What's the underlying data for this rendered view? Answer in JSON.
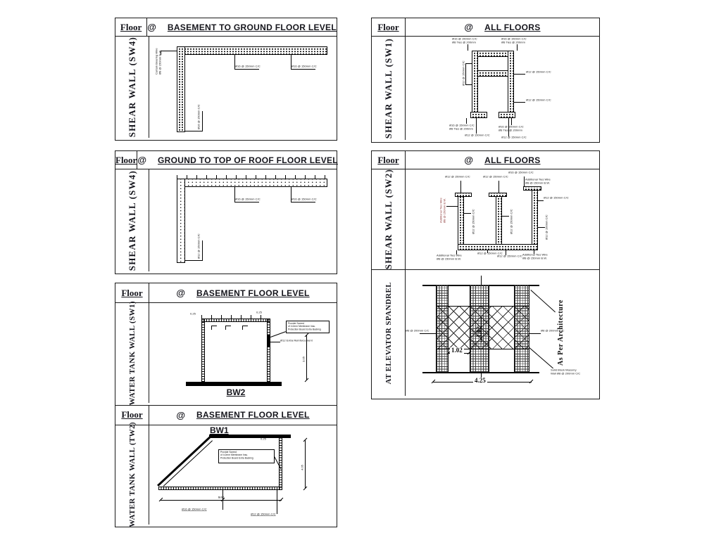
{
  "panels": {
    "L1": {
      "floor": "Floor",
      "at": "@",
      "title": "BASEMENT TO GROUND FLOOR LEVEL",
      "side": "SHEAR WALL (SW4)",
      "corner_note": "Curtain Bearing Wire\nØ8 @ 150mm B.W.",
      "c1": "Ø16 @ 150mm C/C",
      "c2": "Ø16 @ 150mm C/C",
      "c3": "Ø16 @ 150mm C/C"
    },
    "L2": {
      "floor": "Floor",
      "at": "@",
      "title": "GROUND TO TOP OF ROOF FLOOR LEVEL",
      "side": "SHEAR WALL (SW4)",
      "c1": "Ø16 @ 150mm C/C",
      "c2": "Ø16 @ 150mm C/C",
      "c3": "Ø12 @ 150mm C/C"
    },
    "L3": {
      "floor": "Floor",
      "at": "@",
      "title": "BASEMENT FLOOR LEVEL",
      "side": "WATER TANK WALL (SW1)",
      "label": "BW2",
      "note": "Provide Screed\nof 4.0mm Membrane Insu.\nProtection Board Extra Backing",
      "c1": "Ø12 Extra Reinforcement",
      "t1": "0.25",
      "t2": "0.25",
      "dim_v": "3.05"
    },
    "L4": {
      "floor": "Floor",
      "at": "@",
      "title": "BASEMENT FLOOR LEVEL",
      "side": "WATER TANK WALL (TW2)",
      "label": "BW1",
      "note": "Provide Screed\nof 4.0mm Membrane Insu.\nProtection Board Extra Backing",
      "t1": "0.25",
      "dim_v": "4.05",
      "dim_h": "9.02",
      "c1": "Ø16 @ 150mm C/C",
      "c2": "Ø12 @ 150mm C/C"
    },
    "R1": {
      "floor": "Floor",
      "at": "@",
      "title": "ALL FLOORS",
      "side": "SHEAR WALL (SW1)",
      "c1": "Ø16 @ 150mm C/C\nØ8 Ties @ 200mm",
      "c2": "Ø16 @ 150mm C/C\nØ8 Ties @ 200mm",
      "c3": "Ø12 @ 150mm C/C",
      "c4": "Ø12 @ 150mm C/C",
      "c5": "Ø12 @ 150mm C/C",
      "c6": "Ø16 @ 150mm C/C\nØ8 Ties @ 200mm",
      "c7": "Ø16 @ 150mm C/C\nØ8 Ties @ 200mm",
      "c8": "Ø12 @ 150mm C/C",
      "c9": "Ø12 @ 150mm C/C"
    },
    "R2": {
      "floor": "Floor",
      "at": "@",
      "title": "ALL FLOORS",
      "side": "SHEAR WALL (SW2)",
      "c1": "Ø12 @ 150mm C/C",
      "c2": "Ø12 @ 150mm C/C",
      "c3": "Ø16 @ 150mm C/C",
      "c4": "Additional Ties Wire\nØ8 @ 150mm B.W.",
      "c5": "Additional Ties Wire\nØ8 @ 150mm B.W.",
      "c6": "Ø12 @ 150mm C/C",
      "c7": "Ø12 @ 150mm C/C",
      "c8": "Ø12 @ 150mm C/C",
      "c9": "Ø12 @ 150mm C/C",
      "c10": "Additional Ties Wire\nØ8 @ 150mm B.W.",
      "c11": "Ø12 @ 150mm C/C",
      "c12": "Ø12 @ 150mm C/C",
      "c13": "Additional Ties Wire\nØ8 @ 150mm B.W."
    },
    "R3": {
      "side": "AT ELEVATOR SPANDREL",
      "dim_opening": "1.02",
      "dim_height": "1.02",
      "dim_width": "4.25",
      "arch_note": "As Per Architecture",
      "c_left": "Ø8 @ 200mm C/C",
      "c_right": "Ø8 @ 200mm C/C",
      "c_bottom": "Solid Block Masonry\nWall Ø8 @ 200mm C/C"
    }
  }
}
